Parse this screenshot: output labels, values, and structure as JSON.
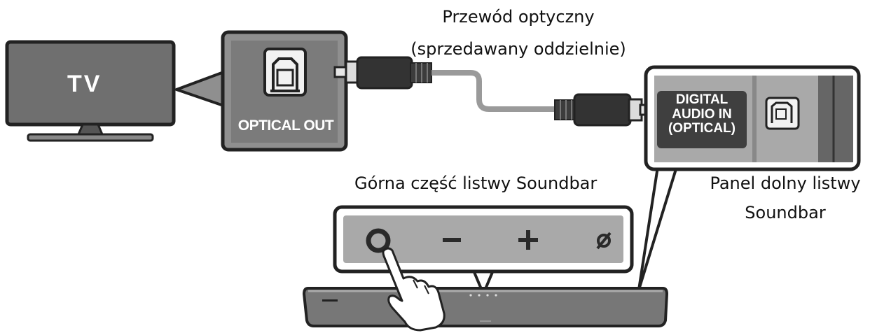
{
  "cable": {
    "title": "Przewód optyczny",
    "subtitle": "(sprzedawany oddzielnie)"
  },
  "tv": {
    "label": "TV",
    "port_label": "OPTICAL OUT"
  },
  "soundbar": {
    "input_label_line1": "DIGITAL",
    "input_label_line2": "AUDIO IN",
    "input_label_line3": "(OPTICAL)",
    "top_label": "Górna część listwy Soundbar",
    "bottom_label_line1": "Panel dolny listwy",
    "bottom_label_line2": "Soundbar",
    "buttons": [
      "power",
      "volume-down",
      "volume-up",
      "input-source"
    ]
  },
  "colors": {
    "panel_gray": "#8f8f8f",
    "dark": "#3a3a3a",
    "outline": "#222222",
    "cable": "#9a9a9a"
  }
}
